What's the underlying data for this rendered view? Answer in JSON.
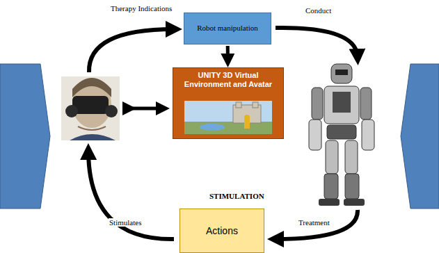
{
  "diagram": {
    "nodes": [
      {
        "text": [
          "Robot manipulation"
        ]
      },
      {
        "text": [
          "UNITY 3D Virtual Environment and Avatar"
        ]
      },
      {
        "text": [
          "Actions"
        ]
      }
    ],
    "edges": [
      {
        "from": 0,
        "to": 1,
        "arrow": "to"
      }
    ],
    "labels": [
      "Therapy Indications",
      "Conduct",
      "STIMULATION",
      "Treatment",
      "Stimulates"
    ]
  }
}
